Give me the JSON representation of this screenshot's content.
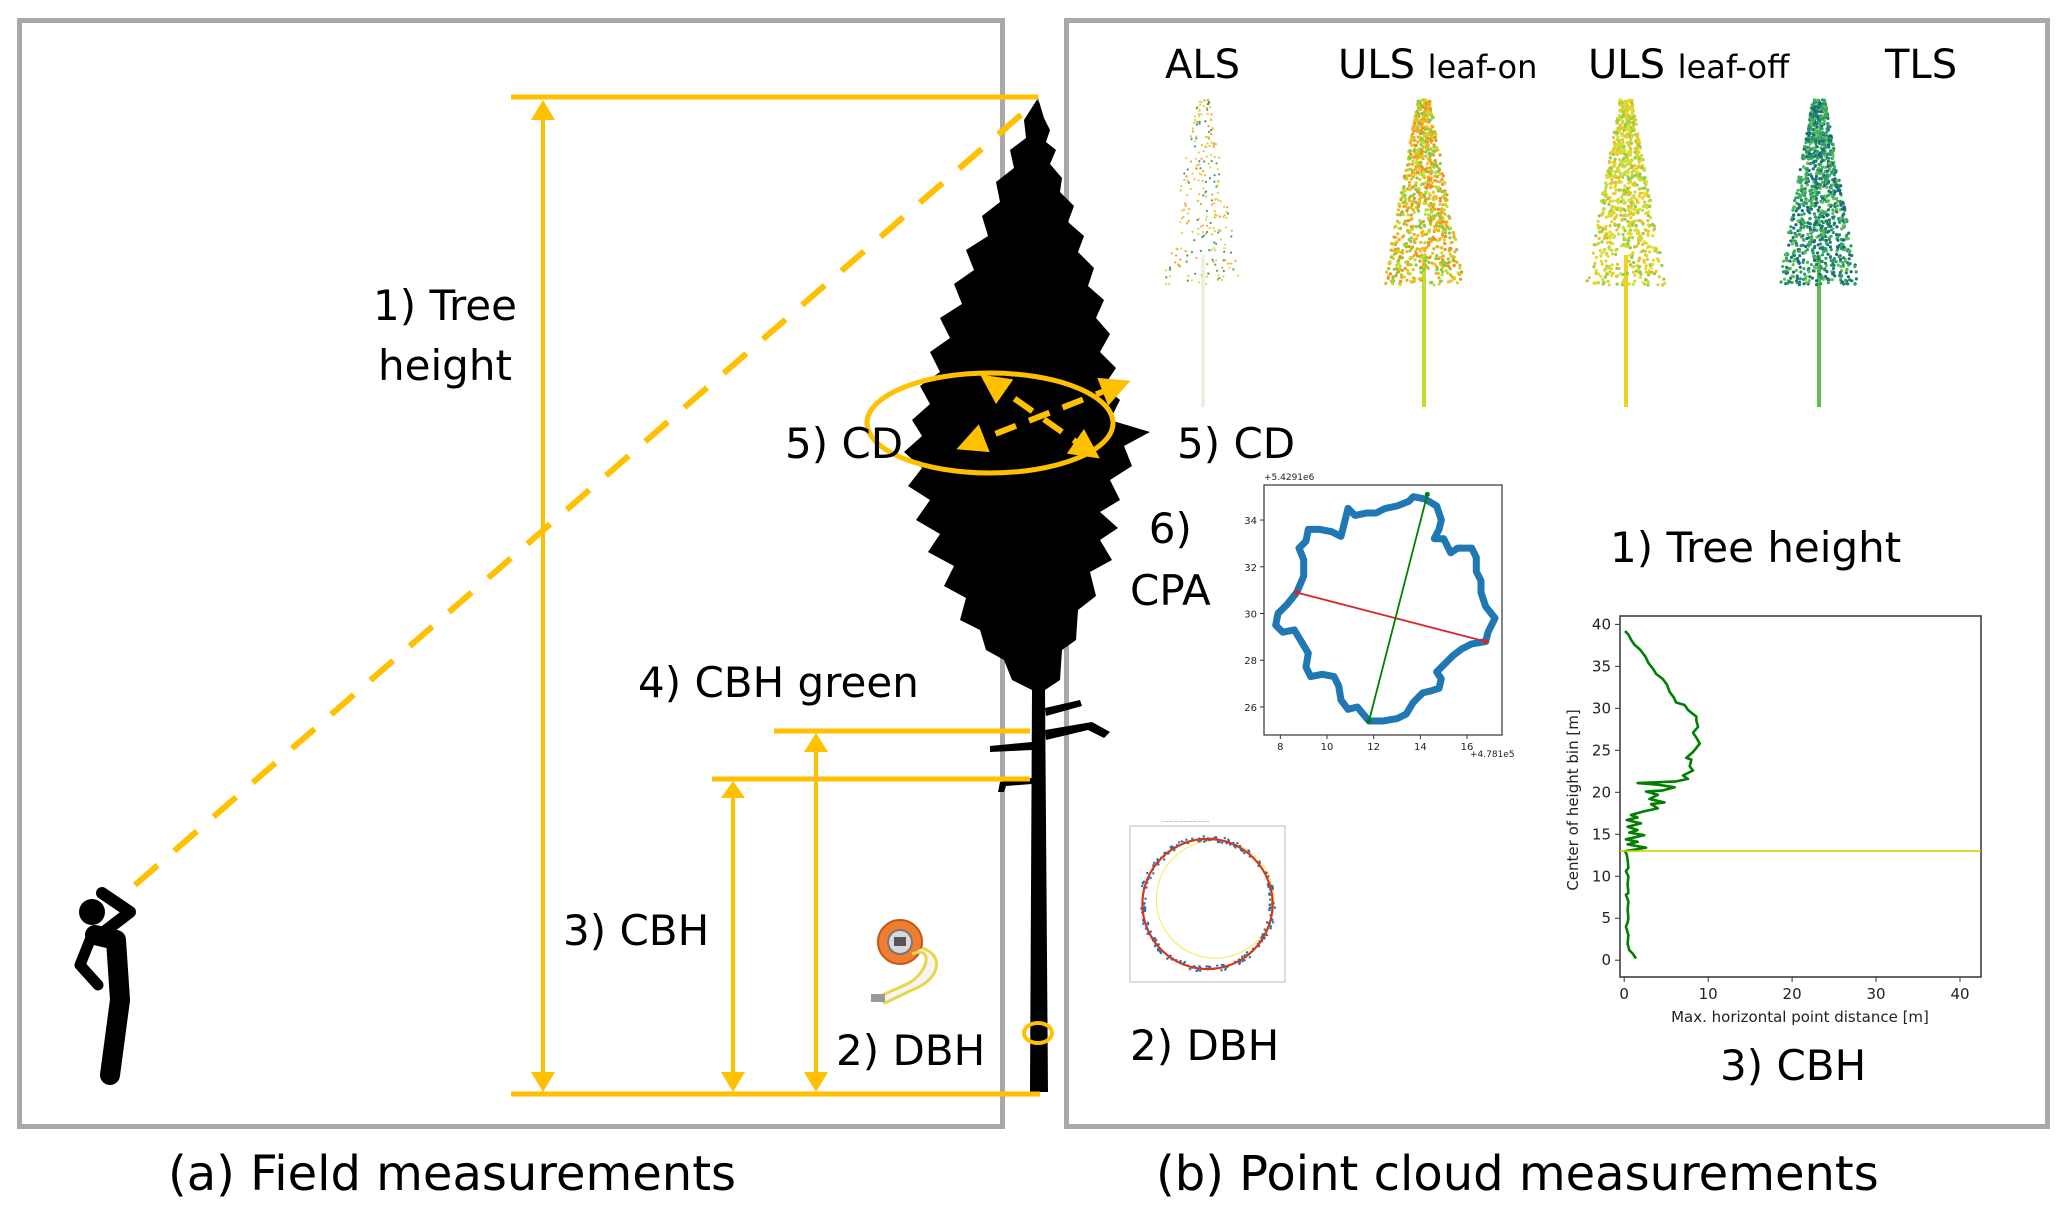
{
  "panels": {
    "field": {
      "caption": "(a) Field measurements",
      "labels": {
        "tree_height": [
          "1) Tree",
          "height"
        ],
        "cd_left": "5) CD",
        "cd_right": "5) CD",
        "cbh_green": "4) CBH green",
        "cbh": "3) CBH",
        "dbh": "2) DBH",
        "cpa": [
          "6)",
          "CPA"
        ]
      },
      "icons": [
        "person-looking-up-icon",
        "tree-silhouette-icon",
        "measuring-tape-icon"
      ]
    },
    "point_cloud": {
      "caption": "(b) Point cloud measurements",
      "scans": [
        {
          "label_main": "ALS",
          "label_sub": "",
          "palette": "sparse-yellow-orange"
        },
        {
          "label_main": "ULS",
          "label_sub": "leaf-on",
          "palette": "yellow-orange-green"
        },
        {
          "label_main": "ULS",
          "label_sub": "leaf-off",
          "palette": "yellow-green"
        },
        {
          "label_main": "TLS",
          "label_sub": "",
          "palette": "teal-green"
        }
      ],
      "labels": {
        "tree_height": "1) Tree height",
        "dbh": "2) DBH",
        "cbh": "3) CBH"
      }
    }
  },
  "colors": {
    "accent": "#FFC000",
    "frame": "#A9A9A9",
    "cpa_outline": "#1F77B4",
    "cpa_diam_red": "#D62728",
    "cpa_diam_green": "#008000",
    "cbh_line": "#007F00",
    "cbh_threshold": "#D4CF00"
  },
  "chart_data": [
    {
      "type": "line",
      "name": "crown-projection-area-plot",
      "title": "",
      "x_offset_label": "+4.781e5",
      "y_offset_label": "+5.4291e6",
      "xlim": [
        7.3,
        17.5
      ],
      "ylim": [
        24.8,
        35.5
      ],
      "xticks": [
        8,
        10,
        12,
        14,
        16
      ],
      "yticks": [
        26,
        28,
        30,
        32,
        34
      ],
      "outline": [
        [
          8.7,
          30.9
        ],
        [
          8.3,
          30.4
        ],
        [
          7.9,
          30.0
        ],
        [
          7.8,
          29.5
        ],
        [
          8.1,
          29.2
        ],
        [
          8.6,
          29.3
        ],
        [
          8.9,
          28.8
        ],
        [
          9.2,
          28.3
        ],
        [
          9.1,
          27.7
        ],
        [
          9.3,
          27.3
        ],
        [
          9.8,
          27.4
        ],
        [
          10.3,
          27.3
        ],
        [
          10.5,
          26.9
        ],
        [
          10.6,
          26.3
        ],
        [
          10.9,
          25.9
        ],
        [
          11.3,
          26.0
        ],
        [
          11.8,
          25.4
        ],
        [
          12.4,
          25.4
        ],
        [
          13.0,
          25.5
        ],
        [
          13.4,
          25.7
        ],
        [
          13.7,
          26.2
        ],
        [
          14.1,
          26.6
        ],
        [
          14.5,
          26.7
        ],
        [
          14.8,
          26.8
        ],
        [
          14.9,
          27.2
        ],
        [
          14.7,
          27.5
        ],
        [
          15.0,
          27.8
        ],
        [
          15.4,
          28.2
        ],
        [
          15.8,
          28.5
        ],
        [
          16.2,
          28.7
        ],
        [
          16.8,
          28.8
        ],
        [
          16.9,
          29.2
        ],
        [
          17.2,
          29.8
        ],
        [
          16.8,
          30.3
        ],
        [
          16.6,
          30.9
        ],
        [
          16.6,
          31.4
        ],
        [
          16.4,
          31.8
        ],
        [
          16.4,
          32.4
        ],
        [
          16.2,
          32.8
        ],
        [
          15.6,
          32.8
        ],
        [
          15.3,
          32.6
        ],
        [
          15.0,
          33.2
        ],
        [
          14.6,
          33.2
        ],
        [
          14.8,
          33.6
        ],
        [
          14.9,
          34.0
        ],
        [
          14.7,
          34.6
        ],
        [
          14.2,
          34.9
        ],
        [
          13.7,
          35.0
        ],
        [
          13.5,
          34.8
        ],
        [
          13.0,
          34.6
        ],
        [
          12.5,
          34.5
        ],
        [
          12.1,
          34.3
        ],
        [
          11.7,
          34.3
        ],
        [
          11.2,
          34.2
        ],
        [
          10.9,
          34.5
        ],
        [
          10.6,
          33.3
        ],
        [
          10.2,
          33.5
        ],
        [
          9.7,
          33.6
        ],
        [
          9.2,
          33.6
        ],
        [
          9.1,
          33.1
        ],
        [
          8.8,
          32.8
        ],
        [
          9.0,
          32.3
        ],
        [
          9.0,
          31.6
        ],
        [
          8.7,
          30.9
        ]
      ],
      "diameters": [
        {
          "color": "red",
          "from": [
            8.7,
            30.9
          ],
          "to": [
            16.8,
            28.8
          ]
        },
        {
          "color": "green",
          "from": [
            11.8,
            25.4
          ],
          "to": [
            14.3,
            35.1
          ]
        }
      ]
    },
    {
      "type": "scatter",
      "name": "dbh-circle-fit-plot",
      "title": "(illegible at this resolution)",
      "description": "Stem slice points with fitted red circle and yellow reference circle",
      "fitted_circle": {
        "cx": 0.5,
        "cy": 0.5,
        "r": 0.42
      },
      "reference_circle": {
        "cx": 0.55,
        "cy": 0.47,
        "r": 0.38
      }
    },
    {
      "type": "line",
      "name": "cbh-profile-plot",
      "title": "",
      "xlabel": "Max. horizontal point distance [m]",
      "ylabel": "Center of height bin [m]",
      "xlim": [
        -0.5,
        42.5
      ],
      "ylim": [
        -2,
        41
      ],
      "xticks": [
        0,
        10,
        20,
        30,
        40
      ],
      "yticks": [
        0,
        5,
        10,
        15,
        20,
        25,
        30,
        35,
        40
      ],
      "series": [
        {
          "name": "max-distance-profile",
          "points": [
            [
              1.4,
              0.2
            ],
            [
              1.0,
              0.8
            ],
            [
              0.6,
              1.2
            ],
            [
              0.4,
              2
            ],
            [
              0.5,
              3
            ],
            [
              0.2,
              4
            ],
            [
              0.4,
              4.5
            ],
            [
              0.5,
              5
            ],
            [
              0.4,
              6
            ],
            [
              0.5,
              7
            ],
            [
              0.2,
              7.8
            ],
            [
              0.5,
              8
            ],
            [
              0.4,
              9
            ],
            [
              0.5,
              10
            ],
            [
              0.2,
              10.6
            ],
            [
              0.5,
              11
            ],
            [
              0.4,
              12
            ],
            [
              0.3,
              12.6
            ],
            [
              0.1,
              13
            ],
            [
              1.4,
              13.2
            ],
            [
              2.6,
              13.4
            ],
            [
              0.4,
              13.8
            ],
            [
              1.6,
              14.1
            ],
            [
              0.2,
              14.4
            ],
            [
              2.4,
              14.9
            ],
            [
              0.6,
              15.2
            ],
            [
              1.6,
              15.5
            ],
            [
              0.4,
              15.9
            ],
            [
              2.0,
              16.3
            ],
            [
              0.3,
              16.7
            ],
            [
              1.6,
              17.0
            ],
            [
              0.8,
              17.3
            ],
            [
              2.2,
              17.7
            ],
            [
              4.0,
              18.1
            ],
            [
              3.2,
              18.6
            ],
            [
              4.8,
              18.8
            ],
            [
              3.0,
              19.2
            ],
            [
              4.0,
              19.7
            ],
            [
              2.6,
              20.1
            ],
            [
              4.5,
              20.2
            ],
            [
              6.0,
              20.6
            ],
            [
              4.0,
              20.9
            ],
            [
              1.6,
              21.1
            ],
            [
              6.2,
              21.3
            ],
            [
              7.6,
              21.6
            ],
            [
              7.0,
              22.0
            ],
            [
              8.2,
              22.6
            ],
            [
              7.8,
              23.1
            ],
            [
              8.0,
              23.9
            ],
            [
              7.4,
              24.1
            ],
            [
              8.2,
              24.8
            ],
            [
              9.0,
              25.8
            ],
            [
              8.6,
              26.5
            ],
            [
              8.2,
              27.1
            ],
            [
              8.8,
              27.8
            ],
            [
              8.6,
              28.5
            ],
            [
              8.6,
              29.0
            ],
            [
              7.6,
              29.8
            ],
            [
              7.2,
              30.4
            ],
            [
              6.2,
              30.7
            ],
            [
              5.9,
              31.3
            ],
            [
              5.4,
              32.0
            ],
            [
              5.1,
              32.8
            ],
            [
              4.6,
              33.5
            ],
            [
              3.8,
              34.1
            ],
            [
              3.5,
              34.6
            ],
            [
              2.9,
              35.4
            ],
            [
              2.5,
              36.2
            ],
            [
              1.9,
              37.0
            ],
            [
              1.2,
              37.6
            ],
            [
              0.8,
              38.2
            ],
            [
              0.5,
              38.8
            ],
            [
              0.1,
              39.2
            ]
          ]
        },
        {
          "name": "cbh-threshold",
          "y": 13.0
        }
      ]
    }
  ]
}
